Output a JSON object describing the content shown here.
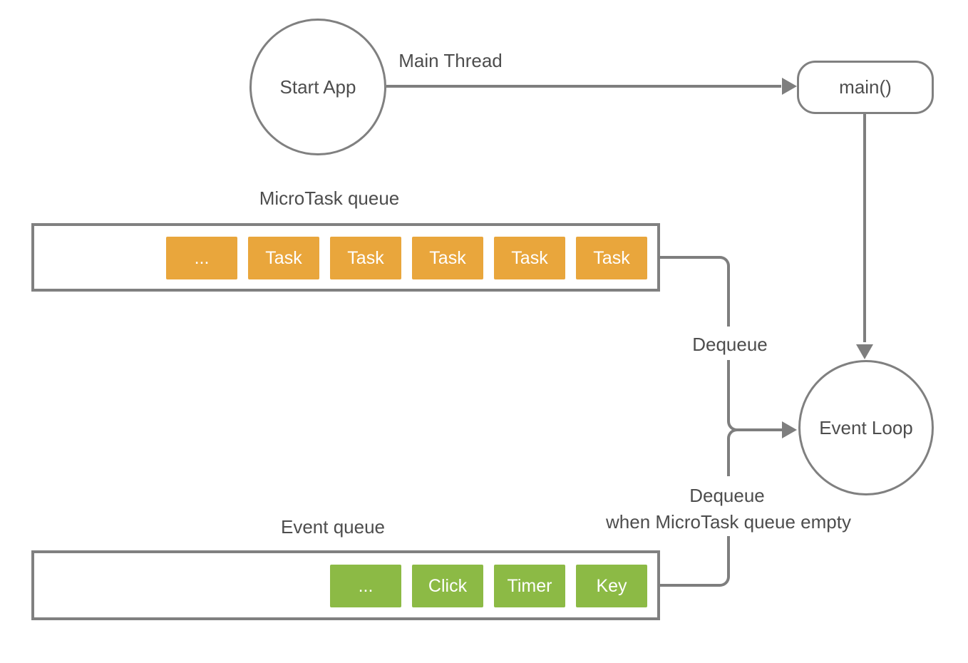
{
  "colors": {
    "line": "#7E7E7E",
    "shape_border": "#808080",
    "label_text": "#4D4D4D",
    "microtask_item": "#E9A63C",
    "event_item": "#8CBA45",
    "item_text": "#FFFFFF",
    "background": "#FFFFFF"
  },
  "nodes": {
    "start_app": {
      "label": "Start App"
    },
    "main": {
      "label": "main()"
    },
    "event_loop": {
      "label": "Event Loop"
    }
  },
  "edges": {
    "main_thread": {
      "label": "Main Thread"
    },
    "microtask_dequeue": {
      "label": "Dequeue"
    },
    "event_dequeue": {
      "label": "Dequeue",
      "condition": "when MicroTask queue empty"
    }
  },
  "queues": {
    "microtask": {
      "title": "MicroTask queue",
      "items": [
        "...",
        "Task",
        "Task",
        "Task",
        "Task",
        "Task"
      ]
    },
    "event": {
      "title": "Event queue",
      "items": [
        "...",
        "Click",
        "Timer",
        "Key"
      ]
    }
  }
}
